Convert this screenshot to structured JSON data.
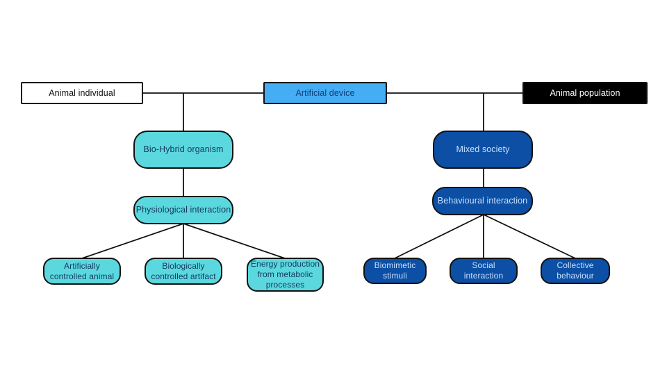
{
  "colors": {
    "node-turquoise": "#5BD8DE",
    "node-bright-blue": "#45ADF3",
    "node-dark-blue": "#0C4FA4",
    "node-black": "#000000",
    "node-white": "#FFFFFF",
    "text-dark-navy": "#143A5E",
    "text-device-blue": "#0D3F7A",
    "text-light-blue": "#C5E0FF",
    "line-black": "#111111"
  },
  "diagram": {
    "top": {
      "animal_individual": "Animal individual",
      "artificial_device": "Artificial device",
      "animal_population": "Animal population"
    },
    "left": {
      "level1": "Bio-Hybrid organism",
      "level2": "Physiological interaction",
      "children": [
        "Artificially\ncontrolled animal",
        "Biologically\ncontrolled artifact",
        "Energy production\nfrom metabolic\nprocesses"
      ]
    },
    "right": {
      "level1": "Mixed society",
      "level2": "Behavioural interaction",
      "children": [
        "Biomimetic\nstimuli",
        "Social\ninteraction",
        "Collective\nbehaviour"
      ]
    }
  }
}
